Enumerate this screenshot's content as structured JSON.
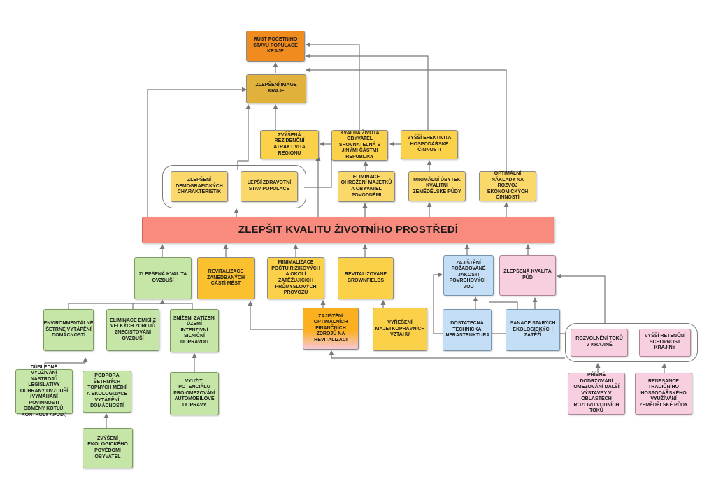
{
  "diagram": {
    "goal": "ZLEPŠIT KVALITU ŽIVOTNÍHO PROSTŘEDÍ",
    "top": {
      "rust": "RŮST POČETNÍHO STAVU POPULACE KRAJE",
      "image": "ZLEPŠENÍ IMAGE KRAJE"
    },
    "upper": {
      "rezidencni": "ZVÝŠENÁ REZIDENČNÍ ATRAKTIVITA REGIONU",
      "kvalita_zivota": "KVALITA ŽIVOTA OBYVATEL SROVNATELNÁ S JINÝMI ČÁSTMI REPUBLIKY",
      "efektivita": "VYŠŠÍ EFEKTIVITA HOSPODÁŘSKÉ ČINNOSTI"
    },
    "middle": {
      "demograf": "ZLEPŠENÍ DEMOGRAFICKÝCH CHARAKTERISTIK",
      "zdravotni": "LEPŠÍ ZDRAVOTNÍ STAV POPULACE",
      "ohrozeni": "ELIMINACE OHROŽENÍ MAJETKŮ A OBYVATEL POVODNĚMI",
      "ubytek": "MINIMÁLNÍ ÚBYTEK KVALITNÍ ZEMĚDĚLSKÉ PŮDY",
      "naklady": "OPTIMÁLNÍ NÁKLADY NA ROZVOJ EKONOMICKÝCH ČINNOSTÍ"
    },
    "lower": {
      "ovzdusi": "ZLEPŠENÁ KVALITA OVZDUŠÍ",
      "revitalizace": "REVITALIZACE ZANEDBANÝCH ČÁSTÍ MĚST",
      "minimalizace": "MINIMALIZACE POČTU RIZIKOVÝCH A OKOLÍ ZATĚŽUJÍCÍCH PRŮMYSLOVÝCH PROVOZŮ",
      "brownfields": "REVITALIZOVANÉ BROWNFIELDS",
      "jakost": "ZAJIŠTĚNÍ POŽADOVANÉ JAKOSTI POVRCHOVÝCH VOD",
      "pud": "ZLEPŠENÁ KVALITA PŮD"
    },
    "bottom": {
      "vytapeni": "ENVIRONMENTÁLNĚ ŠETRNÉ VYTÁPĚNÍ DOMÁCNOSTÍ",
      "emise": "ELIMINACE EMISÍ Z VELKÝCH ZDROJŮ ZNEČIŠŤOVÁNÍ OVZDUŠÍ",
      "doprava": "SNÍŽENÍ ZATÍŽENÍ ÚZEMÍ INTENZIVNÍ SILNIČNÍ DOPRAVOU",
      "financni": "ZAJIŠTĚNÍ OPTIMÁLNÍCH FINANČNÍCH ZDROJŮ NA REVITALIZACI",
      "majetkopravni": "VYŘEŠENÍ MAJETKOPRÁVNÍCH VZTAHŮ",
      "infrastruktura": "DOSTATEČNÁ TECHNICKÁ INFRASTRUKTURA",
      "zateze": "SANACE STARÝCH EKOLOGICKÝCH ZÁTĚŽÍ",
      "rozvolneni": "ROZVOLNĚNÍ TOKŮ V KRAJINĚ",
      "retencni": "VYŠŠÍ RETENČNÍ SCHOPNOST KRAJINY"
    },
    "leaves": {
      "nastroju": "DŮSLEDNÉ VYUŽÍVÁNÍ NÁSTROJŮ LEGISLATIVY OCHRANY OVZDUŠÍ (VYMÁHÁNÍ POVINNOSTI OBMĚNY KOTLŮ, KONTROLY APOD.)",
      "topnych": "PODPORA ŠETRNÝCH TOPNÝCH MÉDIÍ A EKOLOGIZACE VYTÁPĚNÍ DOMÁCNOSTÍ",
      "povedomi": "ZVÝŠENÍ EKOLOGICKÉHO POVĚDOMÍ OBYVATEL",
      "automobilove": "VYUŽITÍ POTENCIÁLU PRO OMEZOVÁNÍ AUTOMOBILOVÉ DOPRAVY",
      "vystavby": "PŘÍSNÉ DODRŽOVÁNÍ OMEZOVÁNÍ DALŠÍ VÝSTAVBY V OBLASTECH ROZLIVU VODNÍCH TOKŮ",
      "renesance": "RENESANCE TRADIČNÍHO HOSPODÁŘSKÉHO VYUŽÍVÁNÍ ZEMĚDĚLSKÉ PŮDY"
    }
  },
  "colors": {
    "line": "#777777",
    "goal": "#f98a7e",
    "top": "#f08c1e",
    "image": "#e0b23c",
    "yellow": "#fcd14a",
    "green": "#c6e6a8",
    "blue": "#c4dff5",
    "pink": "#f7cfe0"
  }
}
